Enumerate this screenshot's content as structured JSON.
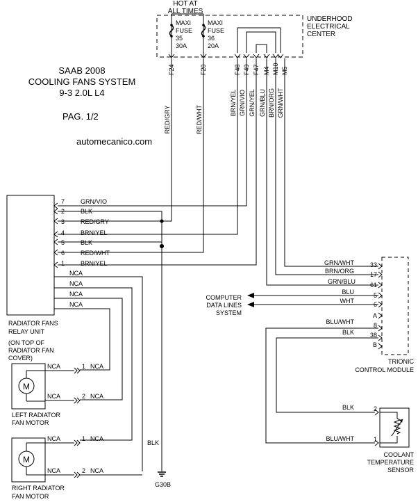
{
  "title": {
    "line1": "SAAB 2008",
    "line2": "COOLING FANS SYSTEM",
    "line3": "9-3 2.0L L4",
    "page": "PAG. 1/2",
    "site": "automecanico.com"
  },
  "fuse_block": {
    "hot_label_1": "HOT AT",
    "hot_label_2": "ALL TIMES",
    "fuse_a": {
      "l1": "MAXI",
      "l2": "FUSE",
      "l3": "35",
      "l4": "30A"
    },
    "fuse_b": {
      "l1": "MAXI",
      "l2": "FUSE",
      "l3": "36",
      "l4": "20A"
    },
    "center_1": "UNDERHOOD",
    "center_2": "ELECTRICAL",
    "center_3": "CENTER",
    "terminals": [
      "F24",
      "F20",
      "F48",
      "F49",
      "F47",
      "M4",
      "M10",
      "M5"
    ]
  },
  "vertical_wires": [
    "RED/GRY",
    "RED/WHT",
    "BRN/YEL",
    "GRN/VIO",
    "GRN/YEL",
    "GRN/BLU",
    "BRN/ORG",
    "GRN/WHT"
  ],
  "relay": {
    "pins": [
      {
        "num": "7",
        "color": "GRN/VIO"
      },
      {
        "num": "2",
        "color": "BLK"
      },
      {
        "num": "3",
        "color": "RED/GRY"
      },
      {
        "num": "4",
        "color": "BRN/YEL"
      },
      {
        "num": "5",
        "color": "BLK"
      },
      {
        "num": "6",
        "color": "RED/WHT"
      },
      {
        "num": "1",
        "color": "BRN/YEL"
      }
    ],
    "nca": [
      "NCA",
      "NCA",
      "NCA",
      "NCA"
    ],
    "label_1": "RADIATOR FANS",
    "label_2": "RELAY UNIT",
    "note_1": "(ON TOP OF",
    "note_2": "RADIATOR FAN",
    "note_3": "COVER)"
  },
  "left_motor": {
    "symbol": "M",
    "label_1": "LEFT RADIATOR",
    "label_2": "FAN MOTOR",
    "wire_1": "NCA",
    "pin_1": "1",
    "conn_1": "NCA",
    "wire_2": "NCA",
    "pin_2": "2",
    "conn_2": "NCA"
  },
  "right_motor": {
    "symbol": "M",
    "label_1": "RIGHT RADIATOR",
    "label_2": "FAN MOTOR",
    "wire_1": "NCA",
    "pin_1": "1",
    "conn_1": "NCA",
    "wire_2": "NCA",
    "pin_2": "2",
    "conn_2": "NCA"
  },
  "ground": {
    "wire": "BLK",
    "label": "G30B"
  },
  "ecu": {
    "pins": [
      {
        "num": "33",
        "color": "GRN/WHT"
      },
      {
        "num": "17",
        "color": "BRN/ORG"
      },
      {
        "num": "61",
        "color": "GRN/BLU"
      },
      {
        "num": "5",
        "color": "BLU"
      },
      {
        "num": "6",
        "color": "WHT"
      },
      {
        "num": "A",
        "color": ""
      },
      {
        "num": "8",
        "color": "BLU/WHT"
      },
      {
        "num": "38",
        "color": "BLK"
      },
      {
        "num": "B",
        "color": ""
      }
    ],
    "label_1": "TRIONIC",
    "label_2": "CONTROL MODULE"
  },
  "data_lines": {
    "l1": "COMPUTER",
    "l2": "DATA LINES",
    "l3": "SYSTEM"
  },
  "sensor": {
    "pin_2": "2",
    "wire_2": "BLK",
    "pin_1": "1",
    "wire_1": "BLU/WHT",
    "label_1": "COOLANT",
    "label_2": "TEMPERATURE",
    "label_3": "SENSOR"
  }
}
